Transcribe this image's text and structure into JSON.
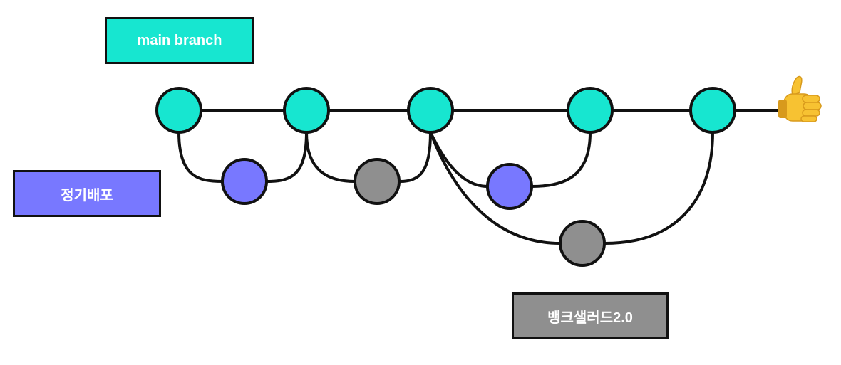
{
  "colors": {
    "main": "#17e6d0",
    "regular": "#7878ff",
    "bank": "#8f8f8f",
    "stroke": "#111111",
    "thumb": "#f7c232",
    "thumb_shadow": "#d89a1c"
  },
  "legend": {
    "main_label": "main branch",
    "regular_label": "정기배포",
    "bank_label": "뱅크샐러드2.0"
  },
  "icons": {
    "end_marker": "thumbs-up-icon"
  }
}
